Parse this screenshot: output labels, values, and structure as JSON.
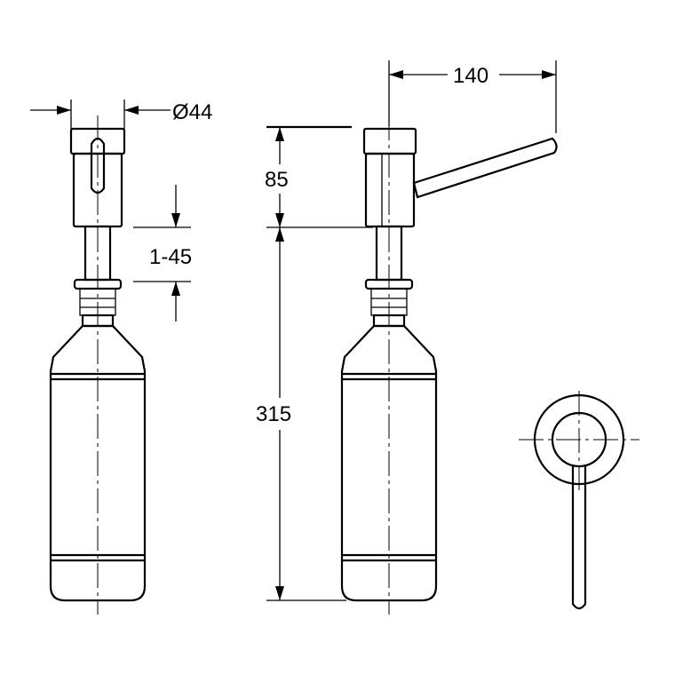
{
  "dimensions": {
    "diameter": "Ø44",
    "spout_height": "85",
    "adjust_range": "1-45",
    "bottle_length": "315",
    "spout_reach": "140"
  }
}
